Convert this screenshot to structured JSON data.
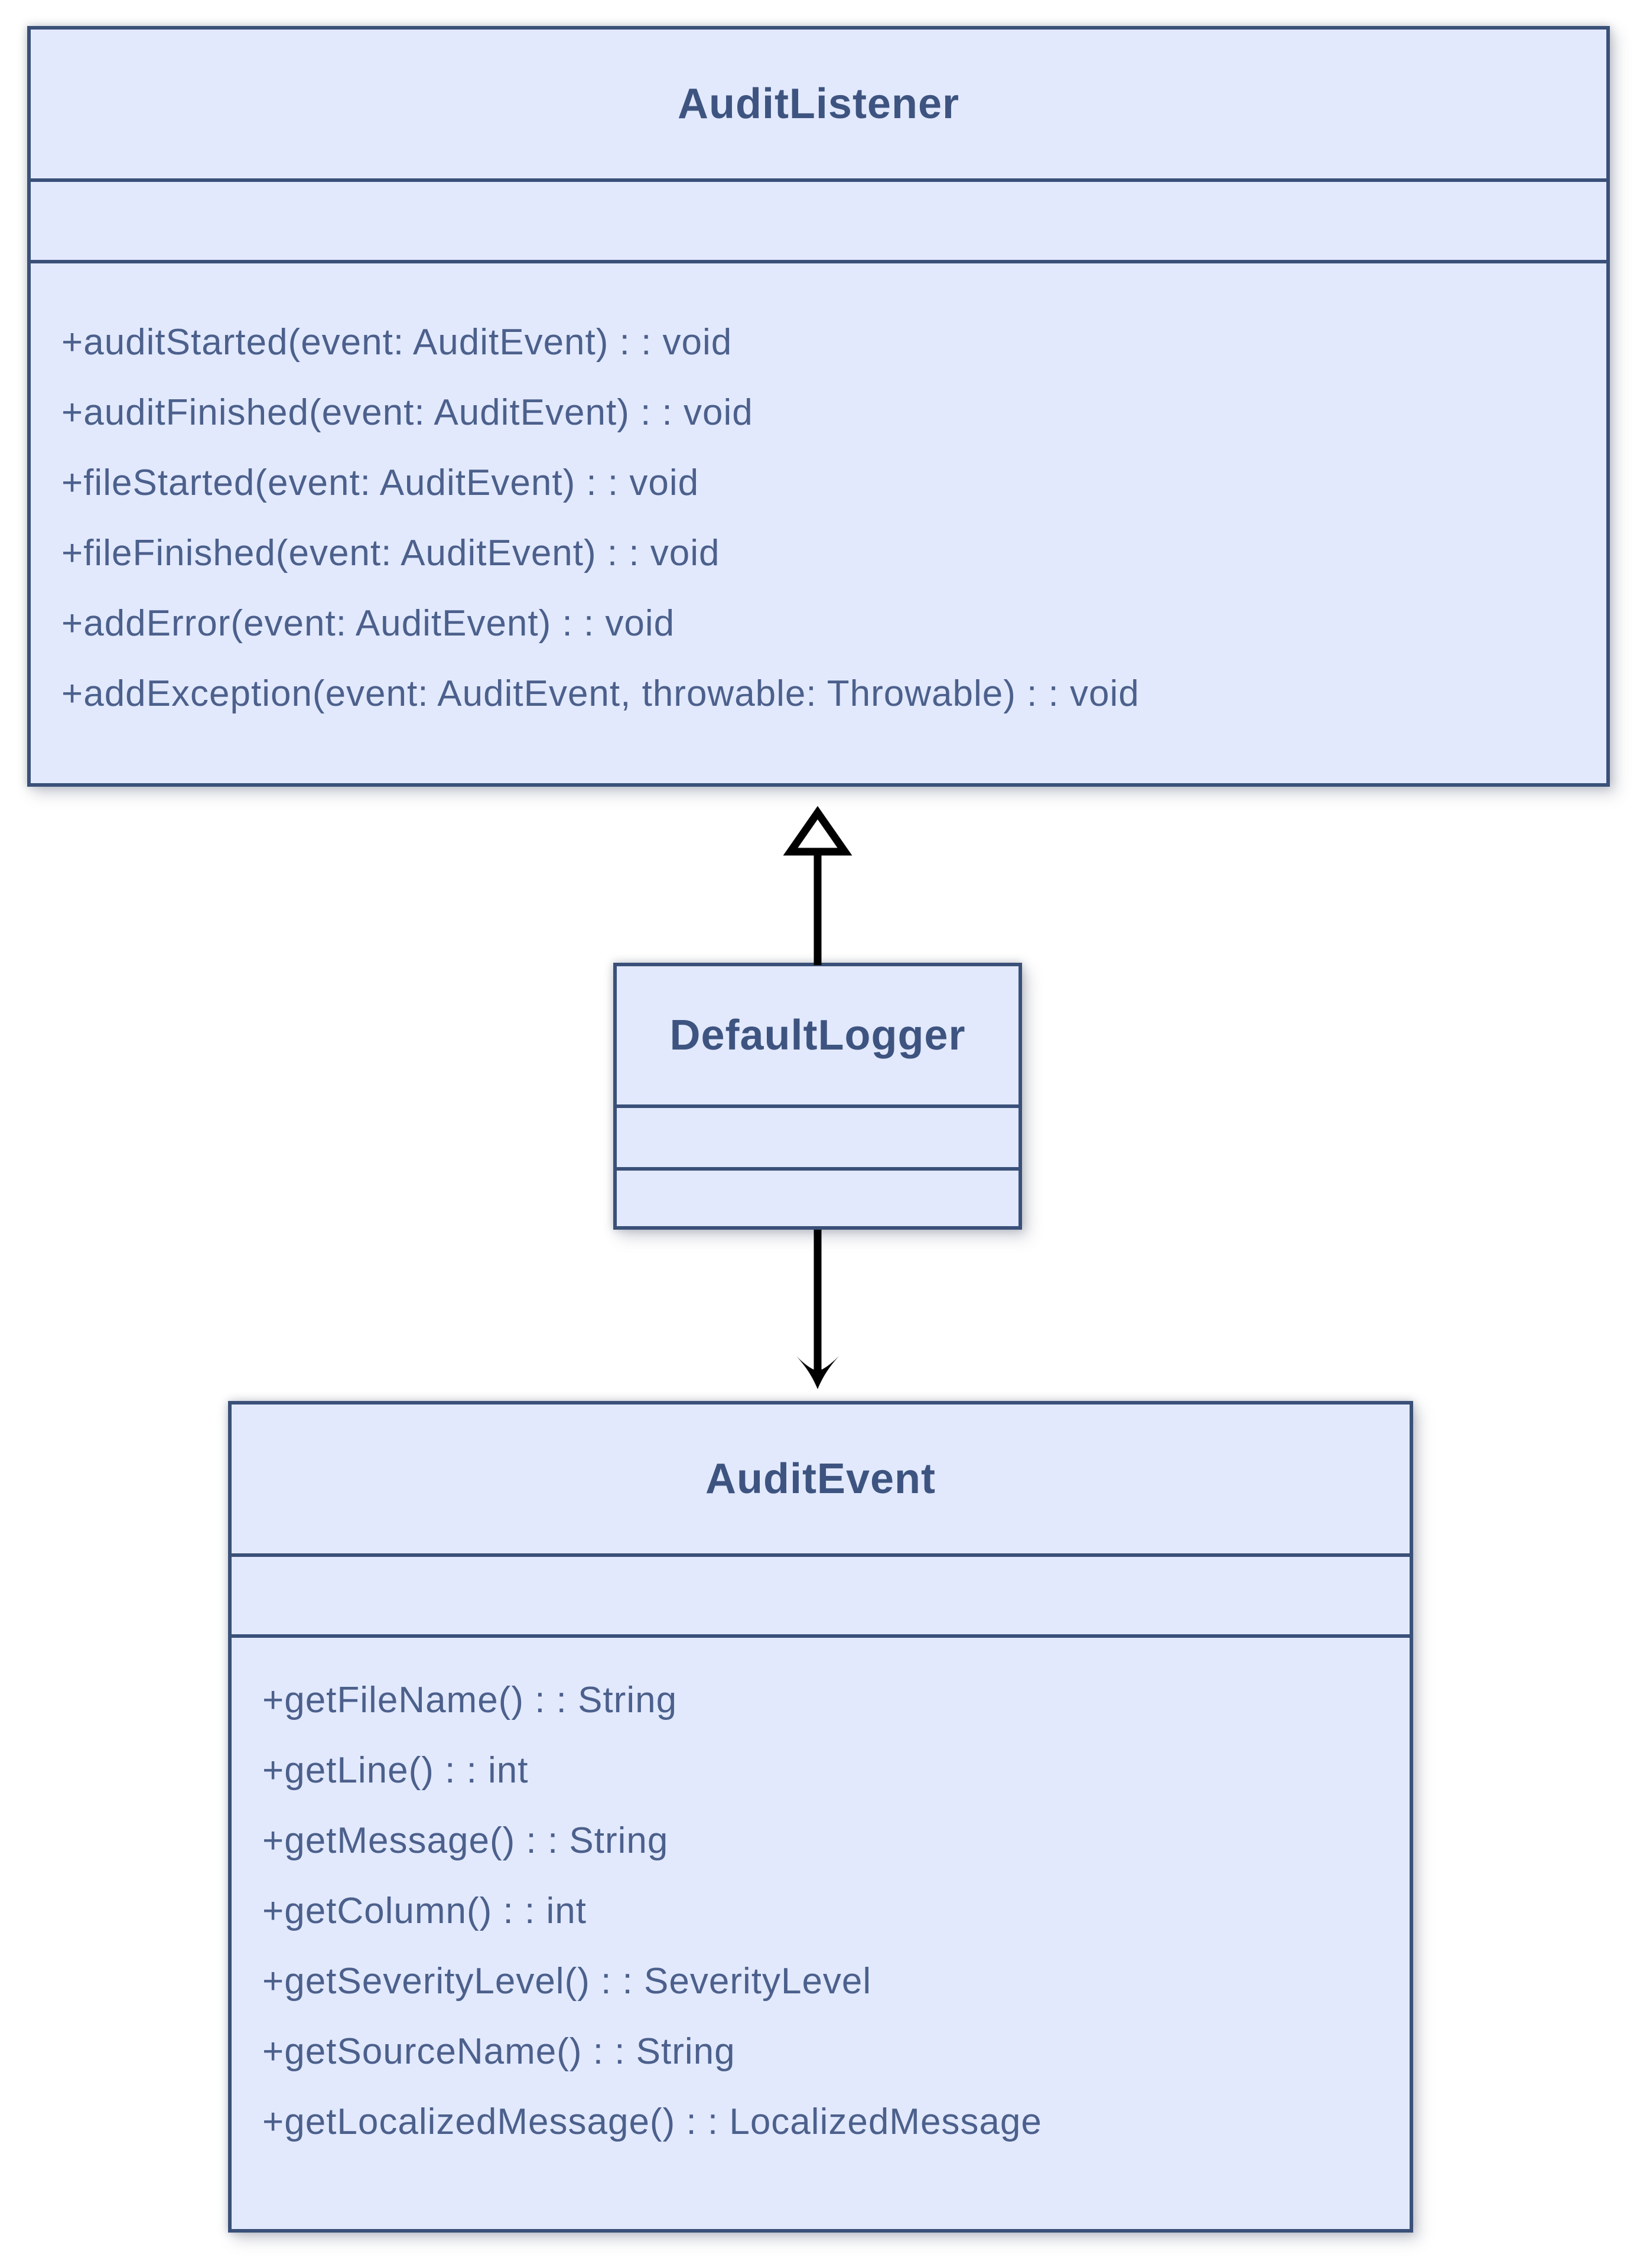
{
  "diagram": {
    "type": "uml-class-diagram",
    "classes": [
      {
        "name": "AuditListener",
        "attributes": [],
        "methods": [
          "+auditStarted(event: AuditEvent) : : void",
          "+auditFinished(event: AuditEvent) : : void",
          "+fileStarted(event: AuditEvent) : : void",
          "+fileFinished(event: AuditEvent) : : void",
          "+addError(event: AuditEvent) : : void",
          "+addException(event: AuditEvent, throwable: Throwable) : : void"
        ]
      },
      {
        "name": "DefaultLogger",
        "attributes": [],
        "methods": []
      },
      {
        "name": "AuditEvent",
        "attributes": [],
        "methods": [
          "+getFileName() : : String",
          "+getLine() : : int",
          "+getMessage() : : String",
          "+getColumn() : : int",
          "+getSeverityLevel() : : SeverityLevel",
          "+getSourceName() : : String",
          "+getLocalizedMessage() : : LocalizedMessage"
        ]
      }
    ],
    "relations": [
      {
        "from": "DefaultLogger",
        "to": "AuditListener",
        "type": "generalization",
        "arrowhead": "hollow-triangle"
      },
      {
        "from": "DefaultLogger",
        "to": "AuditEvent",
        "type": "directed-association",
        "arrowhead": "filled-arrow"
      }
    ],
    "colors": {
      "box_fill": "#e2e9fc",
      "box_border": "#3a5078",
      "title_text": "#3e5480",
      "method_text": "#4c608c",
      "connector": "#000000",
      "background": "#ffffff"
    }
  }
}
